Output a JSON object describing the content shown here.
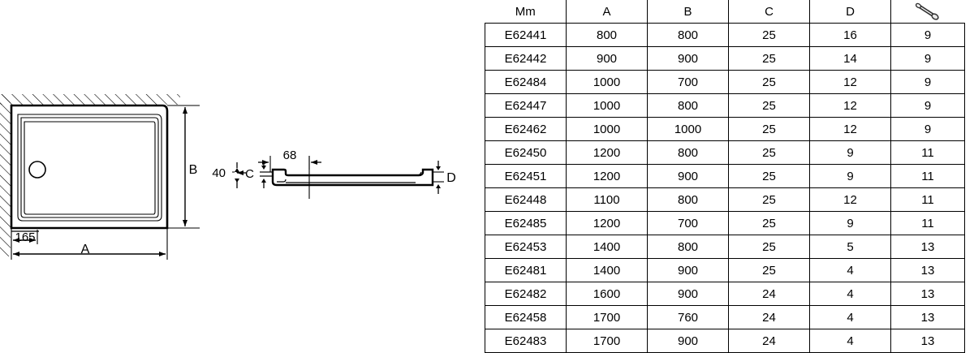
{
  "drawing_plan": {
    "name": "shower-tray-plan-view",
    "labels": {
      "offset_165": "165",
      "width_A": "A",
      "depth_B": "B"
    },
    "features": {
      "wall_hatch": "hatched-wall",
      "drain": "drain-hole-circle"
    }
  },
  "drawing_section": {
    "name": "shower-tray-cross-section",
    "labels": {
      "height_40": "40",
      "lip_C": "C",
      "width_68": "68",
      "edge_D": "D"
    }
  },
  "table": {
    "headers": {
      "unit": "Mm",
      "a": "A",
      "b": "B",
      "c": "C",
      "d": "D",
      "screw": "screw-icon"
    },
    "rows": [
      {
        "model": "E62441",
        "a": "800",
        "b": "800",
        "c": "25",
        "d": "16",
        "screw": "9"
      },
      {
        "model": "E62442",
        "a": "900",
        "b": "900",
        "c": "25",
        "d": "14",
        "screw": "9"
      },
      {
        "model": "E62484",
        "a": "1000",
        "b": "700",
        "c": "25",
        "d": "12",
        "screw": "9"
      },
      {
        "model": "E62447",
        "a": "1000",
        "b": "800",
        "c": "25",
        "d": "12",
        "screw": "9"
      },
      {
        "model": "E62462",
        "a": "1000",
        "b": "1000",
        "c": "25",
        "d": "12",
        "screw": "9"
      },
      {
        "model": "E62450",
        "a": "1200",
        "b": "800",
        "c": "25",
        "d": "9",
        "screw": "11"
      },
      {
        "model": "E62451",
        "a": "1200",
        "b": "900",
        "c": "25",
        "d": "9",
        "screw": "11"
      },
      {
        "model": "E62448",
        "a": "1100",
        "b": "800",
        "c": "25",
        "d": "12",
        "screw": "11"
      },
      {
        "model": "E62485",
        "a": "1200",
        "b": "700",
        "c": "25",
        "d": "9",
        "screw": "11"
      },
      {
        "model": "E62453",
        "a": "1400",
        "b": "800",
        "c": "25",
        "d": "5",
        "screw": "13"
      },
      {
        "model": "E62481",
        "a": "1400",
        "b": "900",
        "c": "25",
        "d": "4",
        "screw": "13"
      },
      {
        "model": "E62482",
        "a": "1600",
        "b": "900",
        "c": "24",
        "d": "4",
        "screw": "13"
      },
      {
        "model": "E62458",
        "a": "1700",
        "b": "760",
        "c": "24",
        "d": "4",
        "screw": "13"
      },
      {
        "model": "E62483",
        "a": "1700",
        "b": "900",
        "c": "24",
        "d": "4",
        "screw": "13"
      }
    ]
  },
  "colors": {
    "line": "#000000",
    "background": "#ffffff"
  }
}
